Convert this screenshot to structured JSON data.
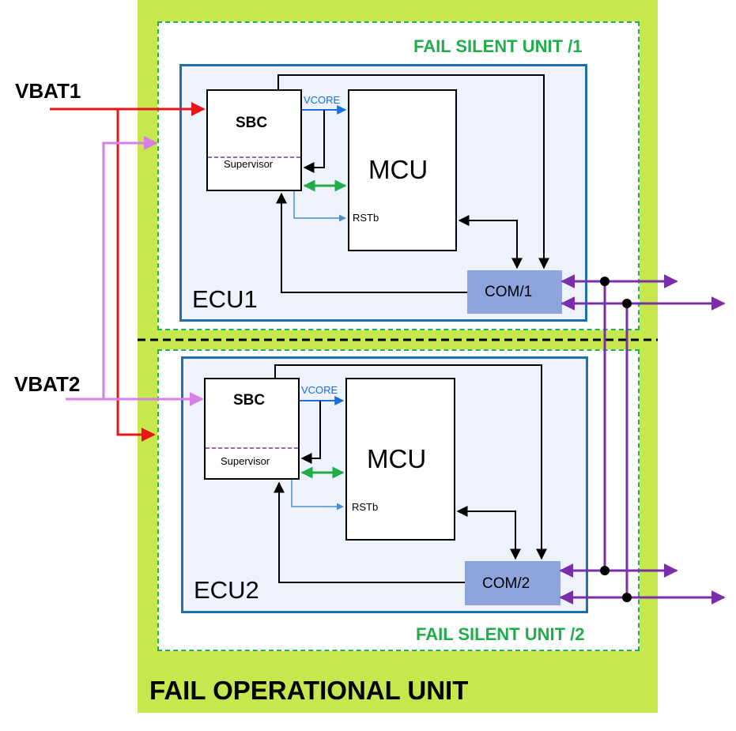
{
  "inputs": {
    "vbat1": "VBAT1",
    "vbat2": "VBAT2"
  },
  "fail_operational_unit": {
    "label": "FAIL OPERATIONAL UNIT"
  },
  "fail_silent_units": [
    {
      "label": "FAIL SILENT UNIT /1"
    },
    {
      "label": "FAIL SILENT UNIT /2"
    }
  ],
  "ecus": [
    {
      "label": "ECU1",
      "sbc": "SBC",
      "supervisor": "Supervisor",
      "vcore": "VCORE",
      "mcu": "MCU",
      "reset": "RSTb",
      "com": "COM/1"
    },
    {
      "label": "ECU2",
      "sbc": "SBC",
      "supervisor": "Supervisor",
      "vcore": "VCORE",
      "mcu": "MCU",
      "reset": "RSTb",
      "com": "COM/2"
    }
  ],
  "colors": {
    "fail_operational_bg": "#c6e84f",
    "fail_silent_border": "#22b04b",
    "ecu_border": "#1f6fb3",
    "vbat1_wire": "#e8141a",
    "vbat2_wire": "#d77ee8",
    "bus_wire": "#7a2fa8",
    "data_wire": "#1fae4b",
    "vcore_wire": "#1a6fe0",
    "com_fill": "#8fa4dc"
  }
}
